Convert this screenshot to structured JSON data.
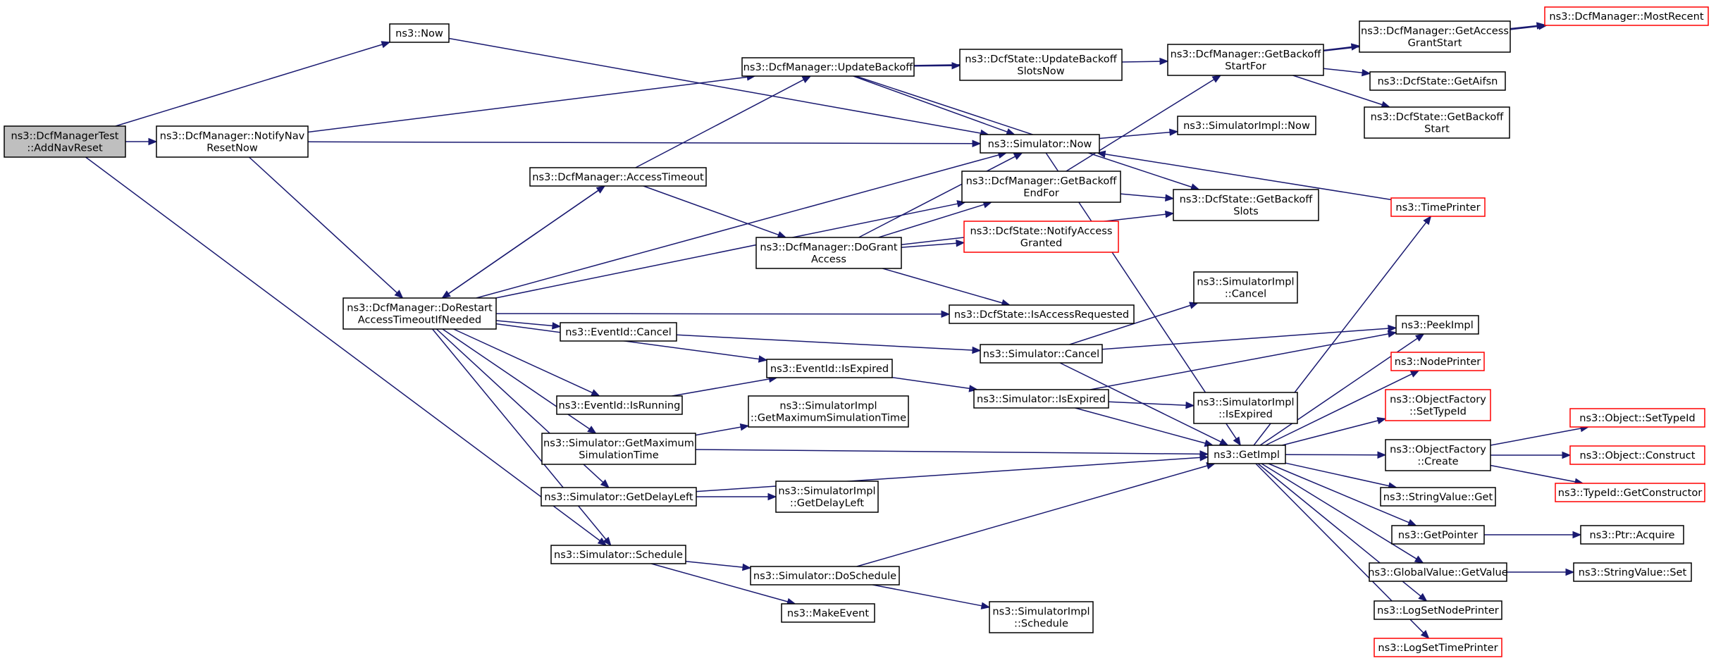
{
  "colors": {
    "edge": "#191970",
    "root_fill": "#bfbfbf",
    "highlight_border": "#ff0000"
  },
  "nodes": [
    {
      "id": "root",
      "lines": [
        "ns3::DcfManagerTest",
        "::AddNavReset"
      ],
      "root": true
    },
    {
      "id": "now",
      "lines": [
        "ns3::Now"
      ]
    },
    {
      "id": "notifynav",
      "lines": [
        "ns3::DcfManager::NotifyNav",
        "ResetNow"
      ]
    },
    {
      "id": "dorestart",
      "lines": [
        "ns3::DcfManager::DoRestart",
        "AccessTimeoutIfNeeded"
      ]
    },
    {
      "id": "schedule",
      "lines": [
        "ns3::Simulator::Schedule"
      ]
    },
    {
      "id": "accesstimeout",
      "lines": [
        "ns3::DcfManager::AccessTimeout"
      ]
    },
    {
      "id": "updatebackoff",
      "lines": [
        "ns3::DcfManager::UpdateBackoff"
      ]
    },
    {
      "id": "evcancel",
      "lines": [
        "ns3::EventId::Cancel"
      ]
    },
    {
      "id": "evisrunning",
      "lines": [
        "ns3::EventId::IsRunning"
      ]
    },
    {
      "id": "evisexpired",
      "lines": [
        "ns3::EventId::IsExpired"
      ]
    },
    {
      "id": "getmaxsim",
      "lines": [
        "ns3::Simulator::GetMaximum",
        "SimulationTime"
      ]
    },
    {
      "id": "getdelayleft",
      "lines": [
        "ns3::Simulator::GetDelayLeft"
      ]
    },
    {
      "id": "dogrant",
      "lines": [
        "ns3::DcfManager::DoGrant",
        "Access"
      ]
    },
    {
      "id": "doschedule",
      "lines": [
        "ns3::Simulator::DoSchedule"
      ]
    },
    {
      "id": "makeevent",
      "lines": [
        "ns3::MakeEvent"
      ]
    },
    {
      "id": "simimplgetmax",
      "lines": [
        "ns3::SimulatorImpl",
        "::GetMaximumSimulationTime"
      ]
    },
    {
      "id": "simimplgetdelay",
      "lines": [
        "ns3::SimulatorImpl",
        "::GetDelayLeft"
      ]
    },
    {
      "id": "simimplschedule",
      "lines": [
        "ns3::SimulatorImpl",
        "::Schedule"
      ]
    },
    {
      "id": "updatebackoffslots",
      "lines": [
        "ns3::DcfState::UpdateBackoff",
        "SlotsNow"
      ]
    },
    {
      "id": "simnow",
      "lines": [
        "ns3::Simulator::Now"
      ]
    },
    {
      "id": "getbackoffendfor",
      "lines": [
        "ns3::DcfManager::GetBackoff",
        "EndFor"
      ]
    },
    {
      "id": "notifyaccessgranted",
      "lines": [
        "ns3::DcfState::NotifyAccess",
        "Granted"
      ],
      "red": true
    },
    {
      "id": "isaccessrequested",
      "lines": [
        "ns3::DcfState::IsAccessRequested"
      ]
    },
    {
      "id": "simcancel",
      "lines": [
        "ns3::Simulator::Cancel"
      ]
    },
    {
      "id": "simisexpired",
      "lines": [
        "ns3::Simulator::IsExpired"
      ]
    },
    {
      "id": "getbackoffstartfor",
      "lines": [
        "ns3::DcfManager::GetBackoff",
        "StartFor"
      ]
    },
    {
      "id": "simimplnow",
      "lines": [
        "ns3::SimulatorImpl::Now"
      ]
    },
    {
      "id": "getbackoffslots",
      "lines": [
        "ns3::DcfState::GetBackoff",
        "Slots"
      ]
    },
    {
      "id": "simimplcancel",
      "lines": [
        "ns3::SimulatorImpl",
        "::Cancel"
      ]
    },
    {
      "id": "simimplisexpired",
      "lines": [
        "ns3::SimulatorImpl",
        "::IsExpired"
      ]
    },
    {
      "id": "getimpl",
      "lines": [
        "ns3::GetImpl"
      ]
    },
    {
      "id": "getaccessgrantstart",
      "lines": [
        "ns3::DcfManager::GetAccess",
        "GrantStart"
      ]
    },
    {
      "id": "mostrecent",
      "lines": [
        "ns3::DcfManager::MostRecent"
      ],
      "red": true
    },
    {
      "id": "getaifsn",
      "lines": [
        "ns3::DcfState::GetAifsn"
      ]
    },
    {
      "id": "getbackoffstart",
      "lines": [
        "ns3::DcfState::GetBackoff",
        "Start"
      ]
    },
    {
      "id": "timeprinter",
      "lines": [
        "ns3::TimePrinter"
      ],
      "red": true
    },
    {
      "id": "peekimpl",
      "lines": [
        "ns3::PeekImpl"
      ]
    },
    {
      "id": "nodeprinter",
      "lines": [
        "ns3::NodePrinter"
      ],
      "red": true
    },
    {
      "id": "ofsettypeid",
      "lines": [
        "ns3::ObjectFactory",
        "::SetTypeId"
      ],
      "red": true
    },
    {
      "id": "ofcreate",
      "lines": [
        "ns3::ObjectFactory",
        "::Create"
      ]
    },
    {
      "id": "stringvalueget",
      "lines": [
        "ns3::StringValue::Get"
      ]
    },
    {
      "id": "getpointer",
      "lines": [
        "ns3::GetPointer"
      ]
    },
    {
      "id": "globalvalueget",
      "lines": [
        "ns3::GlobalValue::GetValue"
      ]
    },
    {
      "id": "logsetnodeprinter",
      "lines": [
        "ns3::LogSetNodePrinter"
      ]
    },
    {
      "id": "logsettimeprinter",
      "lines": [
        "ns3::LogSetTimePrinter"
      ],
      "red": true
    },
    {
      "id": "objsettypeid",
      "lines": [
        "ns3::Object::SetTypeId"
      ],
      "red": true
    },
    {
      "id": "objconstruct",
      "lines": [
        "ns3::Object::Construct"
      ],
      "red": true
    },
    {
      "id": "typeidgetconstructor",
      "lines": [
        "ns3::TypeId::GetConstructor"
      ],
      "red": true
    },
    {
      "id": "ptracquire",
      "lines": [
        "ns3::Ptr::Acquire"
      ]
    },
    {
      "id": "stringvalueset",
      "lines": [
        "ns3::StringValue::Set"
      ]
    }
  ]
}
